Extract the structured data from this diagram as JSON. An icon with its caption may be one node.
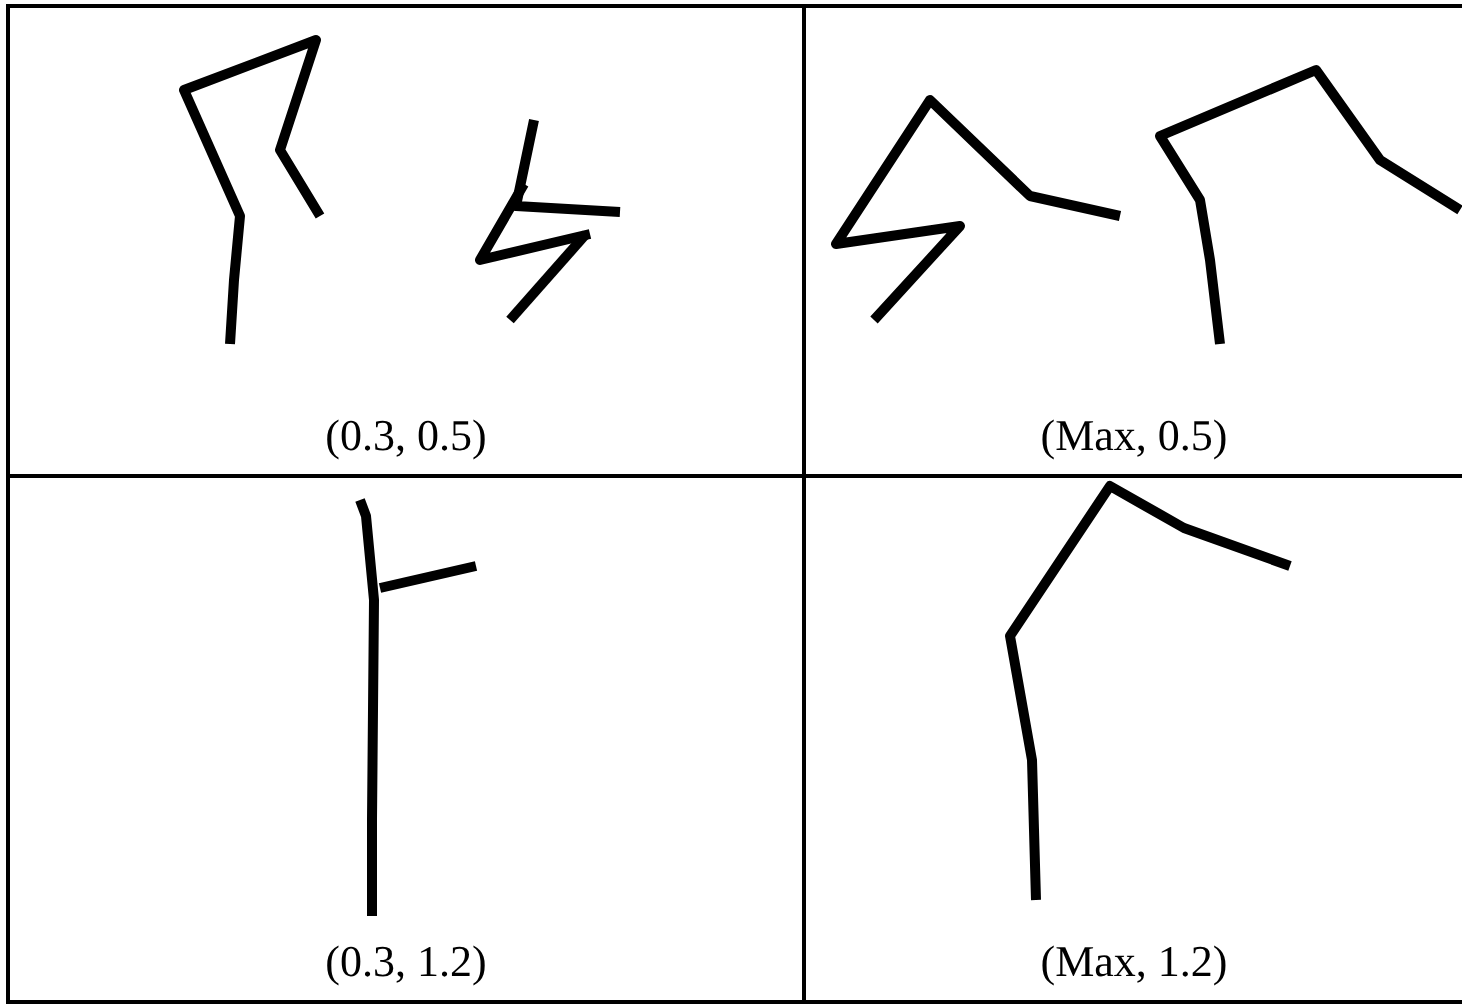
{
  "diagram": {
    "labels": [
      "(0.3, 0.5)",
      "(Max, 0.5)",
      "(0.3, 1.2)",
      "(Max, 1.2)"
    ]
  }
}
